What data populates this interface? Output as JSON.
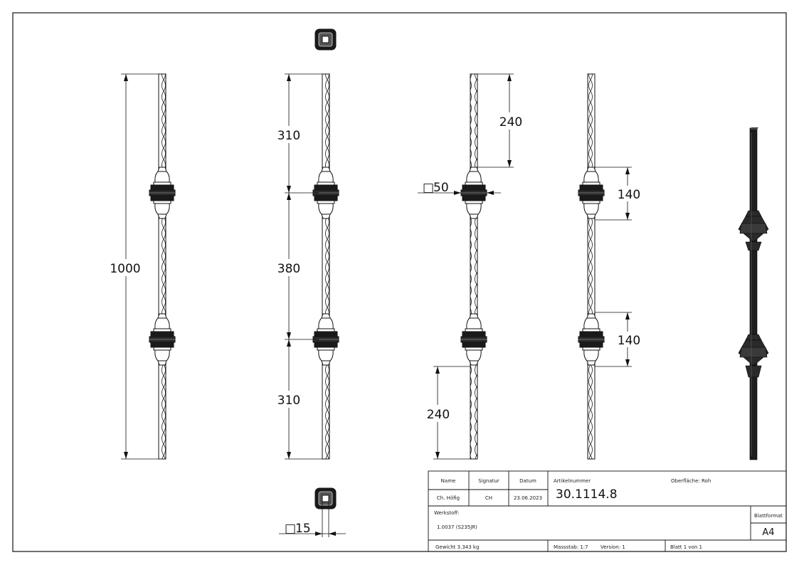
{
  "views": {
    "front": {
      "overall": "1000"
    },
    "side": {
      "upper": "310",
      "middle": "380",
      "lower": "310"
    },
    "section": {
      "top": "240",
      "bottom": "240",
      "square": "50"
    },
    "detail": {
      "upper": "140",
      "lower": "140"
    },
    "bottom": {
      "square": "15"
    }
  },
  "square_symbol": "□",
  "title_block": {
    "headers": {
      "name": "Name",
      "signature": "Signatur",
      "date": "Datum"
    },
    "row": {
      "name": "Ch. Höfig",
      "signature": "CH",
      "date": "23.06.2023"
    },
    "article_label": "Artikelnummer",
    "article_number": "30.1114.8",
    "surface": "Oberfläche:  Roh",
    "material_label": "Werkstoff:",
    "material": "1.0037 (S235JR)",
    "format_label": "Blattformat",
    "format": "A4",
    "weight": "Gewicht 3.343 kg",
    "scale": "Massstab: 1:7",
    "version": "Version: 1",
    "sheet": "Blatt 1 von 1"
  },
  "colors": {
    "line": "#111111",
    "metal": "#1a1a1a"
  }
}
